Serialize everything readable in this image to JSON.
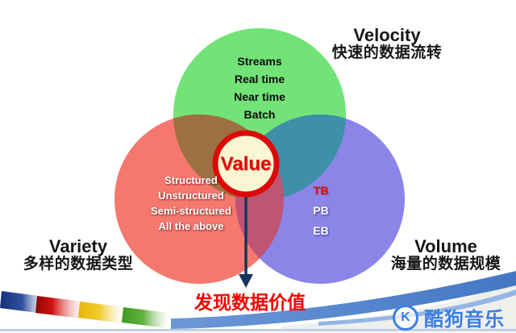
{
  "venn": {
    "velocity": {
      "title": "Velocity",
      "subtitle": "快速的数据流转",
      "items": [
        "Streams",
        "Real time",
        "Near time",
        "Batch"
      ],
      "circle_color": "#71e377"
    },
    "variety": {
      "title": "Variety",
      "subtitle": "多样的数据类型",
      "items": [
        "Structured",
        "Unstructured",
        "Semi-structured",
        "All the above"
      ],
      "circle_color": "#f5786e"
    },
    "volume": {
      "title": "Volume",
      "subtitle": "海量的数据规模",
      "items": [
        "TB",
        "PB",
        "EB"
      ],
      "tb_highlight_color": "#de1010",
      "circle_color": "#8b85e8"
    },
    "value": {
      "label": "Value",
      "fill_color": "#faf6d2",
      "ring_color": "#dd0808",
      "text_color": "#e00404"
    },
    "overlap_colors": {
      "velocity_variety": "#9c7040",
      "velocity_volume": "#3e8fa8",
      "variety_volume": "#bd5573"
    }
  },
  "footer": {
    "callout": "发现数据价值",
    "callout_color": "#f50000",
    "arrow_color": "#17365d",
    "logo": {
      "icon": "K",
      "text": "酷狗音乐",
      "color": "#3d7ee4"
    }
  }
}
